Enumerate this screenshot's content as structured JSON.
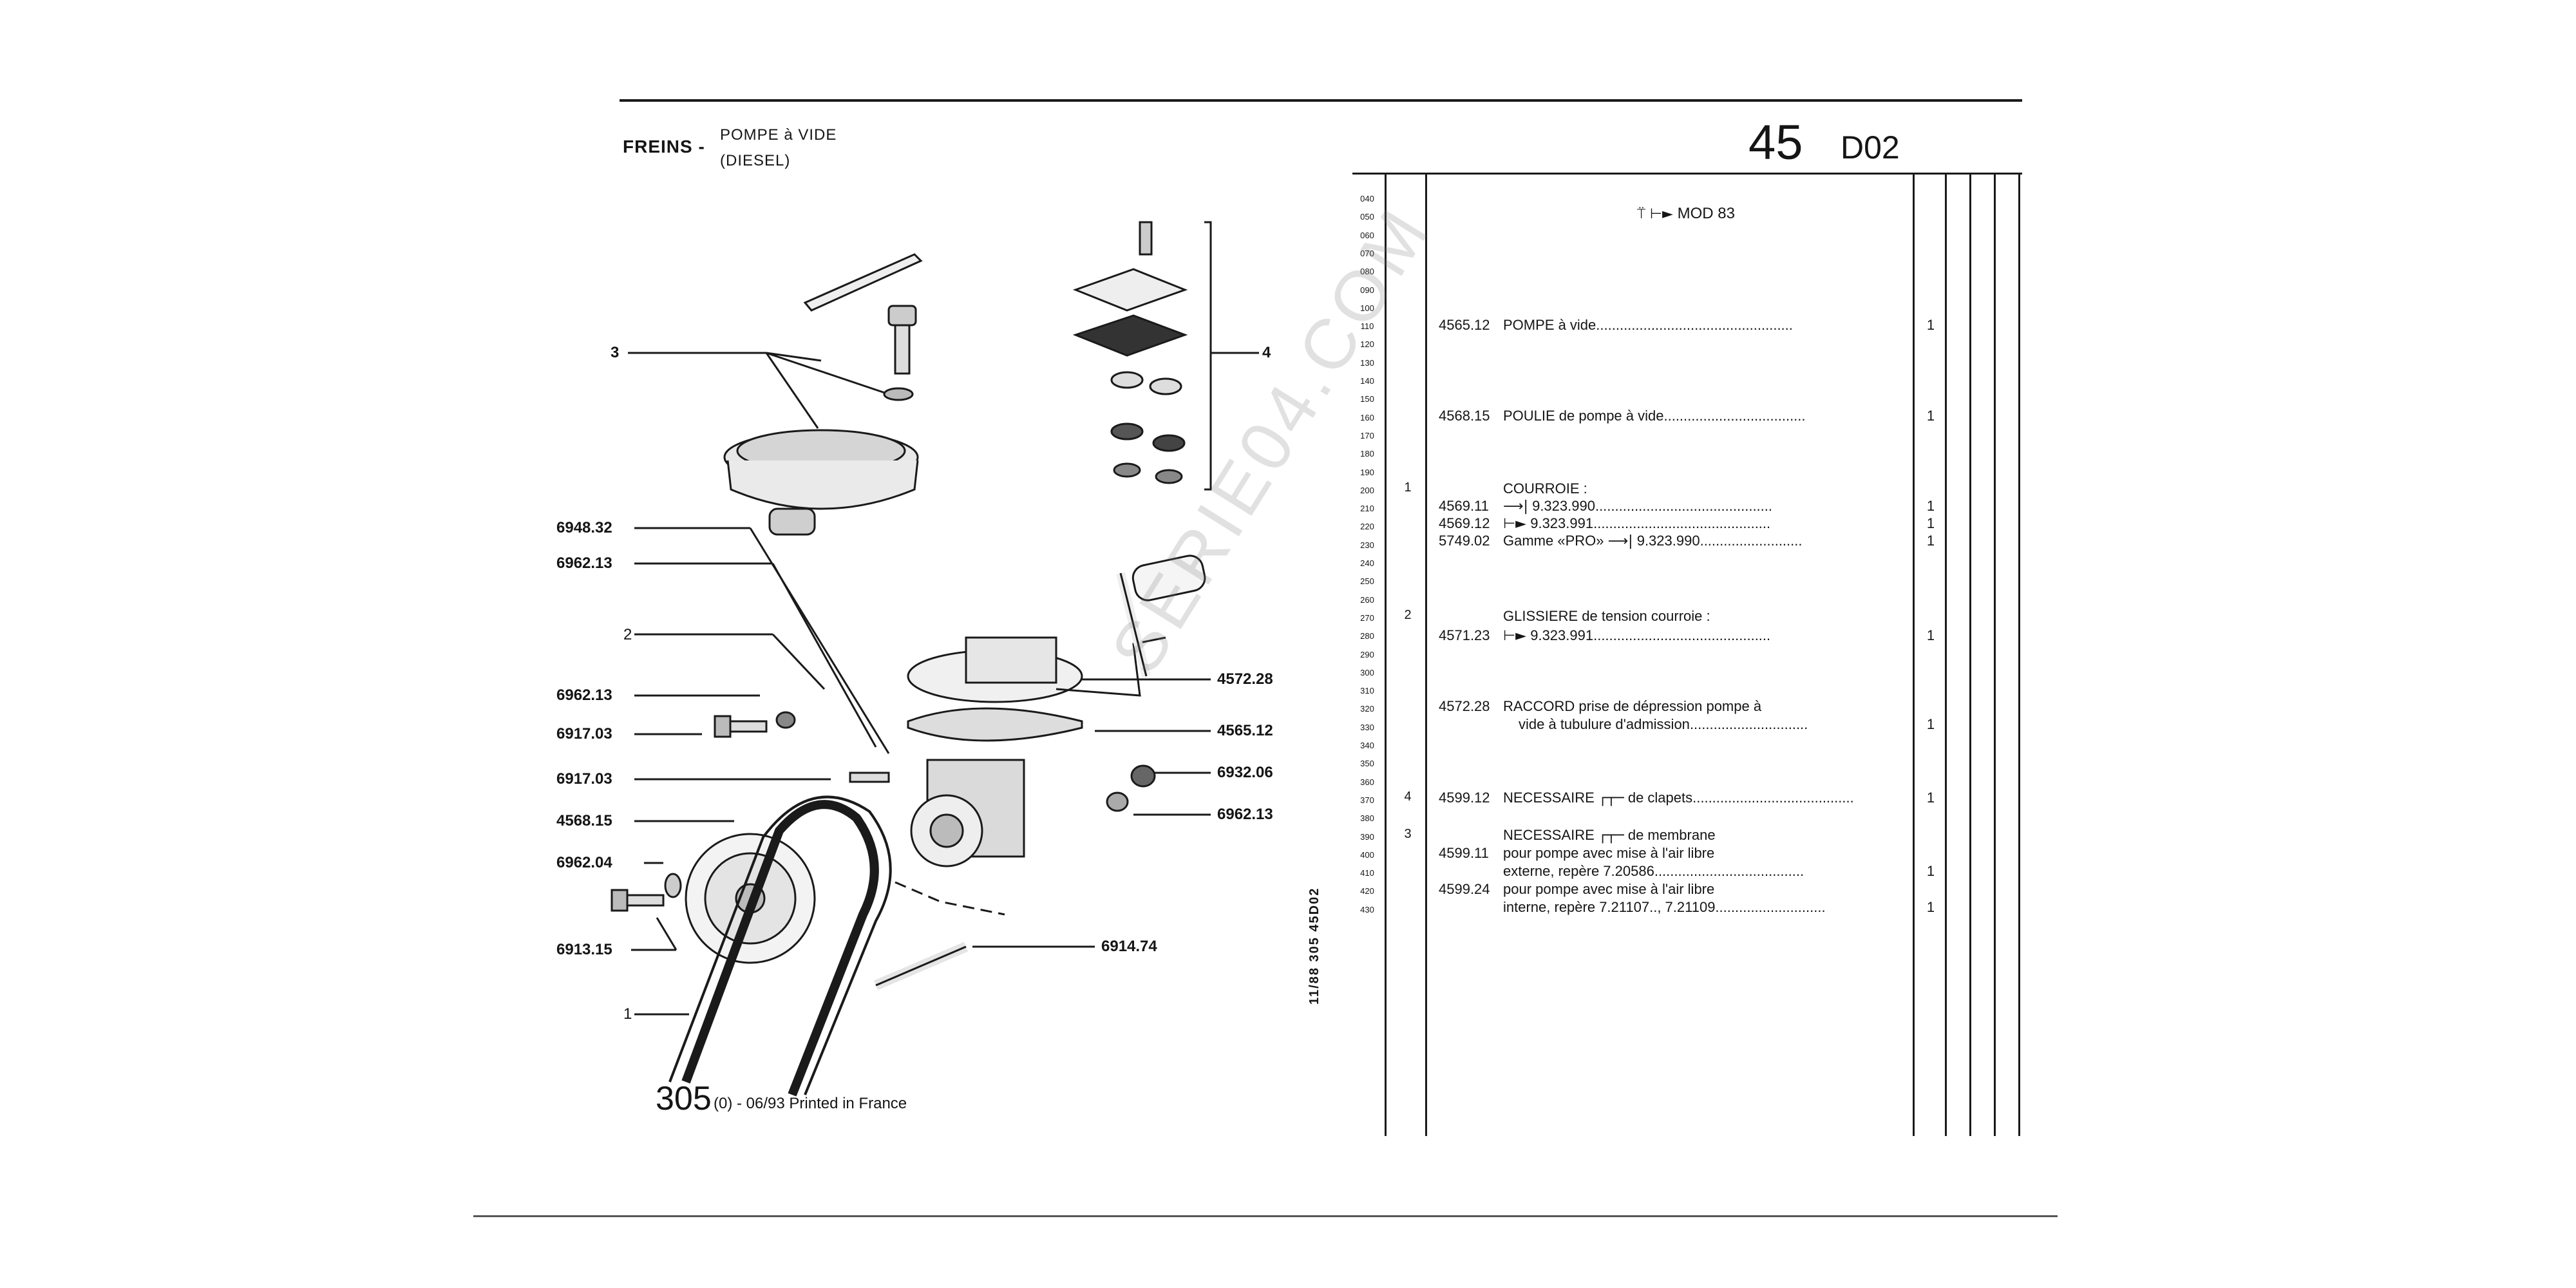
{
  "header": {
    "section": "FREINS -",
    "subtitle_1": "POMPE à VIDE",
    "subtitle_2": "(DIESEL)",
    "page_number": "45",
    "page_code": "D02"
  },
  "row_numbers": [
    "040",
    "050",
    "060",
    "070",
    "080",
    "090",
    "100",
    "110",
    "120",
    "130",
    "140",
    "150",
    "160",
    "170",
    "180",
    "190",
    "200",
    "210",
    "220",
    "230",
    "240",
    "250",
    "260",
    "270",
    "280",
    "290",
    "300",
    "310",
    "320",
    "330",
    "340",
    "350",
    "360",
    "370",
    "380",
    "390",
    "400",
    "410",
    "420",
    "430"
  ],
  "parts_table": {
    "applicability": "MOD 83",
    "entries": [
      {
        "repere": "",
        "ref": "4565.12",
        "desc": "POMPE à vide..................................................",
        "qty": "1"
      },
      {
        "repere": "",
        "ref": "4568.15",
        "desc": "POULIE de pompe à vide....................................",
        "qty": "1"
      },
      {
        "repere": "1",
        "ref": "",
        "desc": "COURROIE :",
        "qty": ""
      },
      {
        "repere": "",
        "ref": "4569.11",
        "desc": "9.323.990.............................................",
        "qty": "1"
      },
      {
        "repere": "",
        "ref": "4569.12",
        "desc": "9.323.991.............................................",
        "qty": "1"
      },
      {
        "repere": "",
        "ref": "5749.02",
        "desc": "Gamme «PRO»",
        "desc2": "9.323.990..........................",
        "qty": "1"
      },
      {
        "repere": "2",
        "ref": "",
        "desc": "GLISSIERE de tension courroie :",
        "qty": ""
      },
      {
        "repere": "",
        "ref": "4571.23",
        "desc": "9.323.991.............................................",
        "qty": "1"
      },
      {
        "repere": "",
        "ref": "4572.28",
        "desc": "RACCORD prise de dépression pompe à",
        "qty": ""
      },
      {
        "repere": "",
        "ref": "",
        "desc": "vide à tubulure d'admission..............................",
        "qty": "1"
      },
      {
        "repere": "4",
        "ref": "4599.12",
        "desc": "NECESSAIRE",
        "desc2": "de clapets.........................................",
        "qty": "1"
      },
      {
        "repere": "3",
        "ref": "",
        "desc": "NECESSAIRE",
        "desc2": "de membrane",
        "qty": ""
      },
      {
        "repere": "",
        "ref": "4599.11",
        "desc": "pour pompe avec mise à l'air libre",
        "qty": ""
      },
      {
        "repere": "",
        "ref": "",
        "desc": "externe, repère 7.20586......................................",
        "qty": "1"
      },
      {
        "repere": "",
        "ref": "4599.24",
        "desc": "pour pompe avec mise à l'air libre",
        "qty": ""
      },
      {
        "repere": "",
        "ref": "",
        "desc": "interne, repère 7.21107.., 7.21109............................",
        "qty": "1"
      }
    ]
  },
  "diagram_labels": {
    "l_3": "3",
    "l_4": "4",
    "l_6948_32": "6948.32",
    "l_6962_13_a": "6962.13",
    "l_2": "2",
    "l_6962_13_b": "6962.13",
    "l_6917_03_a": "6917.03",
    "l_6917_03_b": "6917.03",
    "l_4568_15": "4568.15",
    "l_6962_04": "6962.04",
    "l_6913_15": "6913.15",
    "l_1": "1",
    "l_4572_28": "4572.28",
    "l_4565_12": "4565.12",
    "l_6932_06": "6932.06",
    "l_6962_13_c": "6962.13",
    "l_6914_74": "6914.74"
  },
  "vertical_code": "11/88  305  45D02",
  "footer": {
    "page": "305",
    "small": "(0) - 06/93 Printed in France"
  },
  "watermark": "SERIE04.COM"
}
